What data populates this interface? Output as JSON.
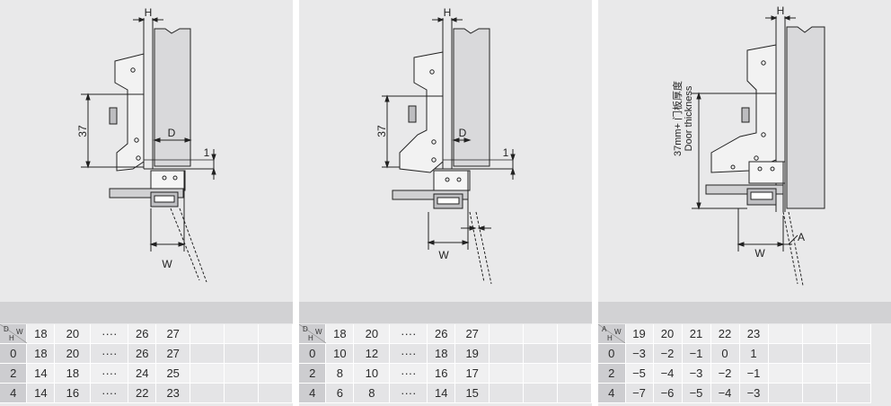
{
  "panels": [
    {
      "id": "A",
      "labels": {
        "h": "H",
        "d": "D",
        "dim37": "37",
        "one": "1",
        "w": "W"
      },
      "table": {
        "corner": [
          "D",
          "W",
          "H"
        ],
        "header": [
          "18",
          "20",
          "····",
          "26",
          "27"
        ],
        "rows": [
          {
            "h": "0",
            "values": [
              "18",
              "20",
              "····",
              "26",
              "27"
            ]
          },
          {
            "h": "2",
            "values": [
              "14",
              "18",
              "····",
              "24",
              "25"
            ]
          },
          {
            "h": "4",
            "values": [
              "14",
              "16",
              "····",
              "22",
              "23"
            ]
          }
        ]
      }
    },
    {
      "id": "B",
      "labels": {
        "h": "H",
        "d": "D",
        "dim37": "37",
        "one": "1",
        "w": "W"
      },
      "table": {
        "corner": [
          "D",
          "W",
          "H"
        ],
        "header": [
          "18",
          "20",
          "····",
          "26",
          "27"
        ],
        "rows": [
          {
            "h": "0",
            "values": [
              "10",
              "12",
              "····",
              "18",
              "19"
            ]
          },
          {
            "h": "2",
            "values": [
              "8",
              "10",
              "····",
              "16",
              "17"
            ]
          },
          {
            "h": "4",
            "values": [
              "6",
              "8",
              "····",
              "14",
              "15"
            ]
          }
        ]
      }
    },
    {
      "id": "C",
      "labels": {
        "h": "H",
        "a": "A",
        "w": "W",
        "door_cn": "37mm+ 门板厚度",
        "door_en": "Door thickness"
      },
      "table": {
        "corner": [
          "A",
          "W",
          "H"
        ],
        "header": [
          "19",
          "20",
          "21",
          "22",
          "23"
        ],
        "rows": [
          {
            "h": "0",
            "values": [
              "−3",
              "−2",
              "−1",
              "0",
              "1"
            ]
          },
          {
            "h": "2",
            "values": [
              "−5",
              "−4",
              "−3",
              "−2",
              "−1"
            ]
          },
          {
            "h": "4",
            "values": [
              "−7",
              "−6",
              "−5",
              "−4",
              "−3"
            ]
          }
        ]
      }
    }
  ]
}
